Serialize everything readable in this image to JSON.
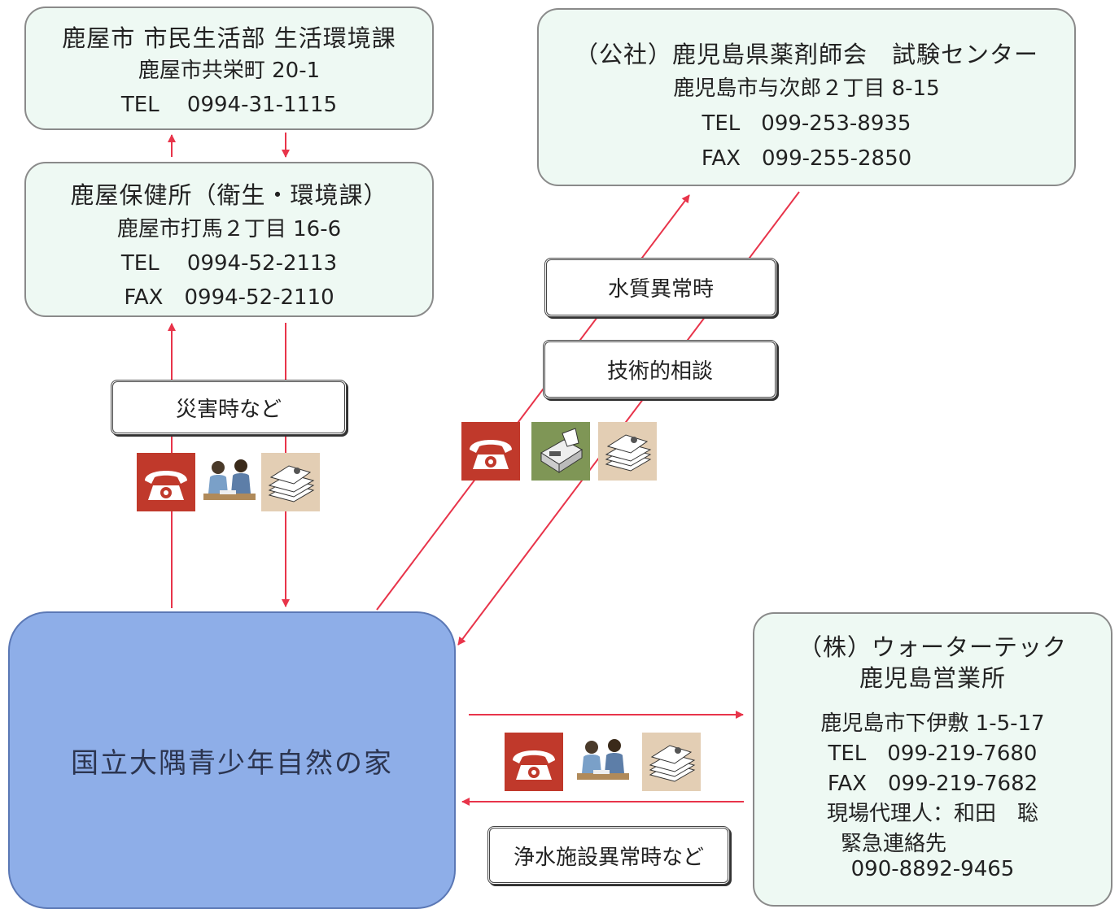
{
  "kanoya_city": {
    "name": "鹿屋市 市民生活部 生活環境課",
    "address": "鹿屋市共栄町 20-1",
    "tel": "TEL　 0994-31-1115"
  },
  "health_center": {
    "name": "鹿屋保健所（衛生・環境課）",
    "address": "鹿屋市打馬２丁目 16-6",
    "tel": "TEL　 0994-52-2113",
    "fax": "FAX　0994-52-2110"
  },
  "pharma_center": {
    "name": "（公社）鹿児島県薬剤師会　試験センター",
    "address": "鹿児島市与次郎２丁目 8-15",
    "tel": "TEL　099-253-8935",
    "fax": "FAX　099-255-2850"
  },
  "watertech": {
    "name_line1": "（株）ウォーターテック",
    "name_line2": "鹿児島営業所",
    "address": "鹿児島市下伊敷 1-5-17",
    "tel": "TEL　099-219-7680",
    "fax": "FAX　099-219-7682",
    "agent": "現場代理人：和田　聡",
    "emergency_label": "緊急連絡先",
    "emergency_tel": "090-8892-9465"
  },
  "main_facility": "国立大隅青少年自然の家",
  "labels": {
    "disaster": "災害時など",
    "water_quality": "水質異常時",
    "technical": "技術的相談",
    "purification": "浄水施設異常時など"
  },
  "icons": [
    "telephone-icon",
    "meeting-people-icon",
    "documents-icon",
    "fax-machine-icon"
  ],
  "colors": {
    "arrow": "#e8344a",
    "box_fill": "#eef9f3",
    "main_fill": "#8eaee8",
    "phone_bg": "#c0392b",
    "fax_bg": "#7f9656",
    "doc_bg": "#e3ceb4"
  }
}
